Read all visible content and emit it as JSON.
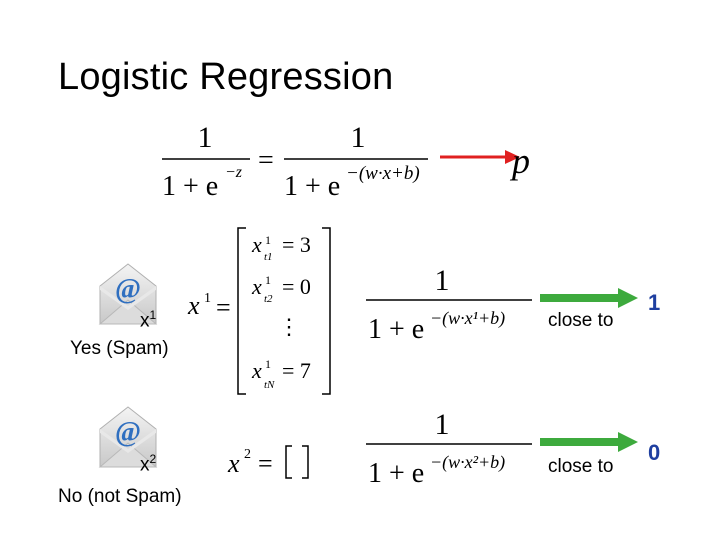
{
  "slide": {
    "title": "Logistic Regression"
  },
  "top_formula": {
    "num_left": "1",
    "den_left_base": "1 + e",
    "den_left_exp": "−z",
    "equals": "=",
    "num_right": "1",
    "den_right_base": "1 + e",
    "den_right_exp": "−(w·x+b)",
    "result": "p",
    "arrow_color": "#e02020"
  },
  "example1": {
    "var": "x",
    "sup": "1",
    "caption": "Yes (Spam)",
    "vector_lhs": "x",
    "vector_lhs_sup": "1",
    "vector_entries": [
      "x",
      "x",
      "⋮",
      "x"
    ],
    "vector_subs": [
      "t1",
      "t2",
      "",
      "tN"
    ],
    "vector_values": [
      "= 3",
      "= 0",
      "",
      "= 7"
    ],
    "frac_num": "1",
    "frac_den_base": "1 + e",
    "frac_den_exp": "−(w·x¹+b)",
    "close_to": "close to",
    "target": "1"
  },
  "example2": {
    "var": "x",
    "sup": "2",
    "caption": "No (not Spam)",
    "vector_lhs": "x",
    "vector_lhs_sup": "2",
    "vector_rhs": "=",
    "frac_num": "1",
    "frac_den_base": "1 + e",
    "frac_den_exp": "−(w·x²+b)",
    "close_to": "close to",
    "target": "0"
  },
  "icons": {
    "email": "email-at-icon",
    "arrow": "green-arrow-icon"
  },
  "colors": {
    "arrow_green": "#3daa3d",
    "value_blue": "#1f3fa0",
    "at_blue": "#2f6fc0"
  }
}
